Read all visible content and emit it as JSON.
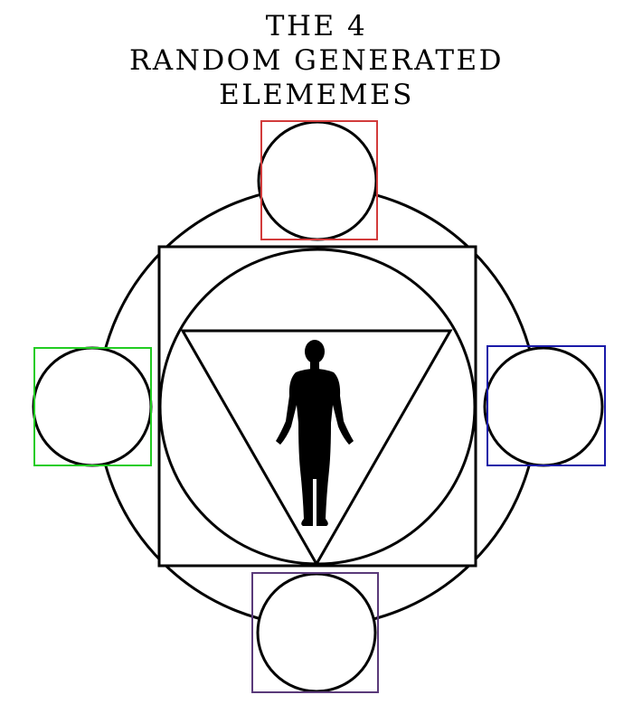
{
  "title": {
    "lines": [
      "THE 4",
      "RANDOM GENERATED",
      "ELEMEMES"
    ]
  },
  "colors": {
    "background": "#ffffff",
    "line": "#000000",
    "top_element_frame": "#d23b3b",
    "left_element_frame": "#22cc22",
    "right_element_frame": "#1a1aa8",
    "bottom_element_frame": "#5a3a7a",
    "figure": "#000000"
  },
  "figure": {
    "icon": "human-figure-silhouette"
  }
}
